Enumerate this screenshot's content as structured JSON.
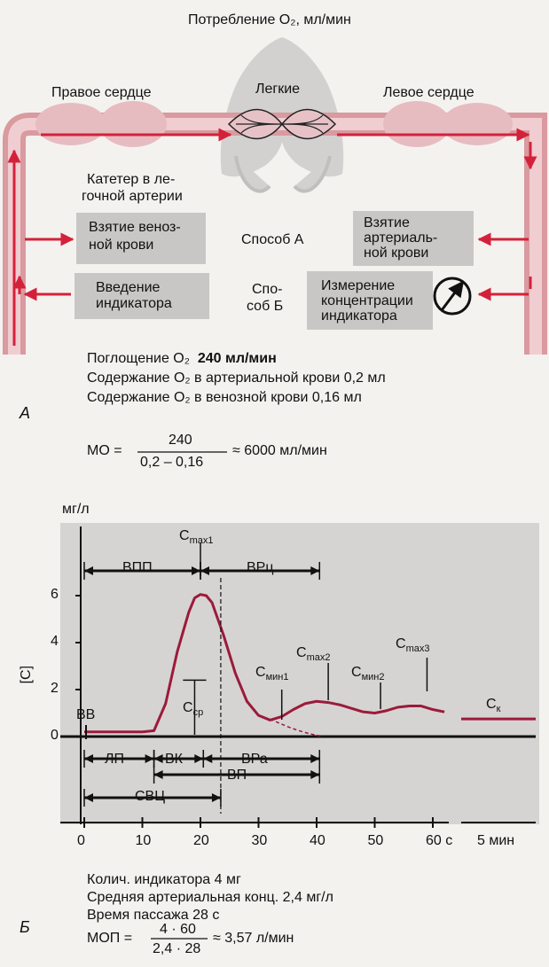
{
  "panel_a": {
    "label": "А",
    "top_title": "Потребление O₂, мл/мин",
    "right_heart": "Правое сердце",
    "lungs": "Легкие",
    "left_heart": "Левое сердце",
    "catheter": [
      "Катетер в ле-",
      "гочной артерии"
    ],
    "venous_sample": [
      "Взятие веноз-",
      "ной крови"
    ],
    "method_a": "Способ А",
    "arterial_sample": [
      "Взятие",
      "артериаль-",
      "ной крови"
    ],
    "indicator_intro": [
      "Введение",
      "индикатора"
    ],
    "method_b": [
      "Спо-",
      "соб Б"
    ],
    "measure_conc": [
      "Измерение",
      "концентрации",
      "индикатора"
    ],
    "uptake": "Поглощение O₂",
    "uptake_value": "240 мл/мин",
    "arterial_content": "Содержание O₂ в артериальной крови 0,2 мл",
    "venous_content": "Содержание O₂ в венозной крови 0,16 мл",
    "formula_lhs": "МО =",
    "formula_num": "240",
    "formula_den": "0,2 – 0,16",
    "formula_result": "≈ 6000 мл/мин"
  },
  "panel_b": {
    "label": "Б",
    "y_unit": "мг/л",
    "y_axis_label": "[C]",
    "y_ticks": [
      "0",
      "2",
      "4",
      "6"
    ],
    "x_ticks": [
      "0",
      "10",
      "20",
      "30",
      "40",
      "50",
      "60 с"
    ],
    "x_ticks_min": "5 мин",
    "cmax1": "C",
    "cmax1_sub": "max1",
    "cmax2": "C",
    "cmax2_sub": "max2",
    "cmax3": "C",
    "cmax3_sub": "max3",
    "cmin1": "C",
    "cmin1_sub": "мин1",
    "cmin2": "C",
    "cmin2_sub": "мин2",
    "ccp": "C",
    "ccp_sub": "cp",
    "ck": "C",
    "ck_sub": "к",
    "vpp": "ВПП",
    "vrc": "ВРц",
    "vv": "ВВ",
    "lp": "ЛП",
    "vk": "ВК",
    "vra": "ВРа",
    "vp": "ВП",
    "svc": "СВЦ",
    "note1": "Колич. индикатора 4 мг",
    "note2": "Средняя артериальная конц. 2,4 мг/л",
    "note3": "Время пассажа 28 с",
    "formula_lhs": "МОП =",
    "formula_num": "4 · 60",
    "formula_den": "2,4 · 28",
    "formula_result": "≈ 3,57 л/мин"
  },
  "chart_data": {
    "type": "line",
    "xlabel": "",
    "ylabel": "[C]",
    "y_unit": "мг/л",
    "xlim": [
      0,
      60
    ],
    "ylim": [
      0,
      6
    ],
    "series": [
      {
        "x": [
          0,
          5,
          10,
          12,
          14,
          16,
          18,
          19,
          20,
          21,
          22,
          24,
          26,
          28,
          30,
          32,
          34,
          36,
          38,
          40,
          42,
          44,
          46,
          48,
          50,
          52,
          54,
          56,
          58,
          60,
          62
        ],
        "y": [
          0.2,
          0.2,
          0.2,
          0.25,
          1.4,
          3.6,
          5.3,
          5.9,
          6.05,
          6.0,
          5.7,
          4.3,
          2.7,
          1.5,
          0.9,
          0.7,
          0.85,
          1.15,
          1.4,
          1.5,
          1.45,
          1.35,
          1.2,
          1.05,
          1.0,
          1.1,
          1.25,
          1.3,
          1.3,
          1.15,
          1.05
        ]
      }
    ],
    "ck_level": 0.75,
    "ccp_level": 2.4,
    "intervals_s": {
      "ВПП": [
        0,
        20
      ],
      "ВРц": [
        20,
        40.5
      ],
      "ЛП": [
        0,
        12
      ],
      "ВК": [
        12,
        20.5
      ],
      "ВРа": [
        20.5,
        40.5
      ],
      "ВП": [
        12,
        40.5
      ],
      "СВЦ": [
        0,
        23.5
      ]
    }
  }
}
